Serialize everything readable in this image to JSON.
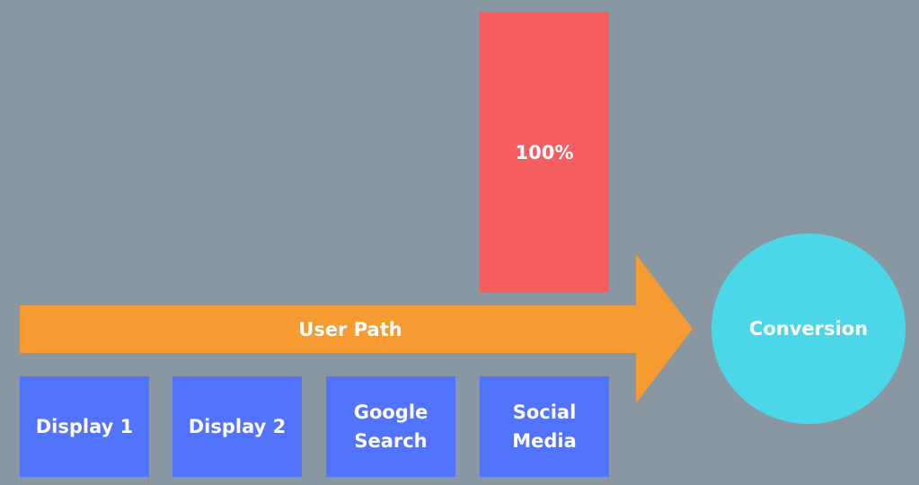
{
  "colors": {
    "background": "#8897a2",
    "touchpoint": "#5273fe",
    "credit": "#f65d61",
    "arrow": "#f69a32",
    "conversion": "#4bd7e8"
  },
  "credit_bar": {
    "label": "100%",
    "value_percent": 100
  },
  "arrow": {
    "label": "User Path"
  },
  "touchpoints": [
    {
      "label": "Display 1"
    },
    {
      "label": "Display 2"
    },
    {
      "label": "Google Search"
    },
    {
      "label": "Social Media"
    }
  ],
  "conversion": {
    "label": "Conversion"
  }
}
